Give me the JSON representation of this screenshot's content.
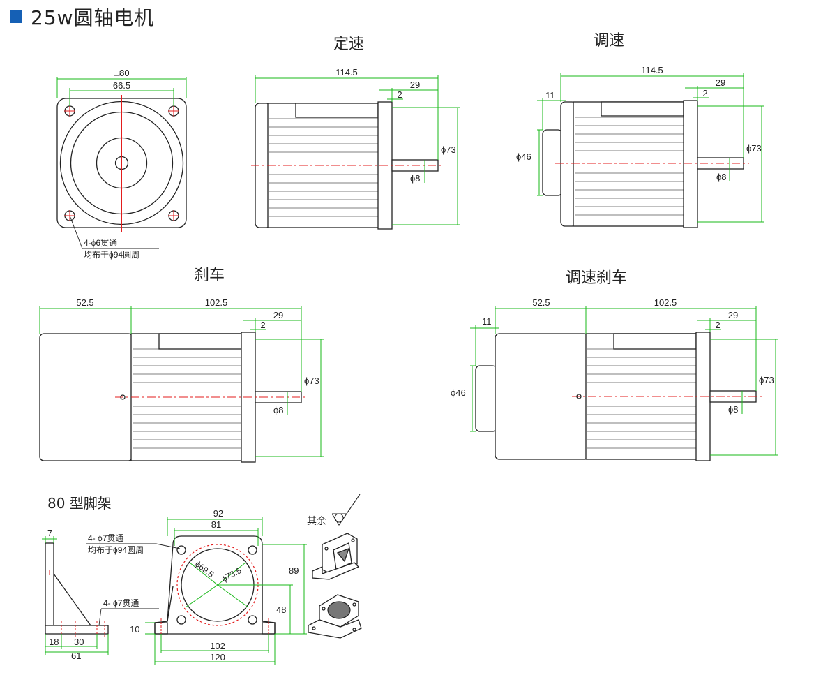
{
  "page": {
    "title": "25w圆轴电机",
    "accent_color": "#1560b5",
    "dimension_color": "#19b819",
    "centerline_color": "#e31d1d"
  },
  "front_view": {
    "square": "□80",
    "hole_spacing": "66.5",
    "hole_note_1": "4-ϕ6贯通",
    "hole_note_2": "均布于ϕ94圆周"
  },
  "fixed_speed": {
    "label": "定速",
    "total_length": "114.5",
    "shaft_length": "29",
    "flange": "2",
    "diameter": "ϕ73",
    "shaft_diameter": "ϕ8"
  },
  "speed_control": {
    "label": "调速",
    "total_length": "114.5",
    "shaft_length": "29",
    "flange": "2",
    "rear_length": "11",
    "rear_diameter": "ϕ46",
    "diameter": "ϕ73",
    "shaft_diameter": "ϕ8"
  },
  "brake": {
    "label": "刹车",
    "brake_length": "52.5",
    "body_length": "102.5",
    "shaft_length": "29",
    "flange": "2",
    "diameter": "ϕ73",
    "shaft_diameter": "ϕ8"
  },
  "speed_brake": {
    "label": "调速刹车",
    "brake_length": "52.5",
    "body_length": "102.5",
    "shaft_length": "29",
    "flange": "2",
    "rear_length": "11",
    "rear_diameter": "ϕ46",
    "diameter": "ϕ73",
    "shaft_diameter": "ϕ8"
  },
  "bracket": {
    "label": "80 型脚架",
    "side": {
      "thickness": "7",
      "hole_note": "4- ϕ7贯通",
      "dim_18": "18",
      "dim_30": "30",
      "dim_61": "61"
    },
    "front": {
      "width_outer": "92",
      "width_inner": "81",
      "hole_note_1": "4- ϕ7贯通",
      "hole_note_2": "均布于ϕ94圆周",
      "circle_inner": "ϕ69.5",
      "circle_outer": "ϕ73.5",
      "height": "89",
      "center_height": "48",
      "base_thickness": "10",
      "hole_spacing": "102",
      "base_width": "120"
    },
    "roughness_text": "其余"
  }
}
